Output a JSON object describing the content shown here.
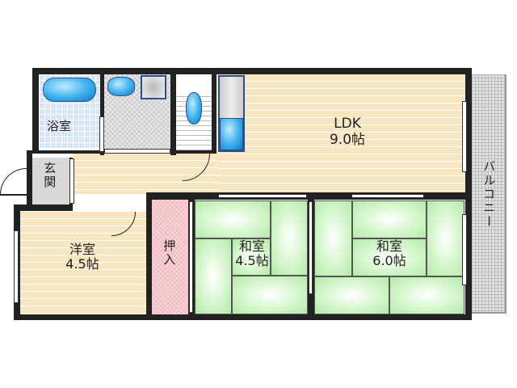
{
  "floor_plan": {
    "rooms": {
      "ldk": {
        "name": "LDK",
        "size": "9.0帖"
      },
      "bath": {
        "name": "浴室"
      },
      "entrance": {
        "name": "玄関"
      },
      "western": {
        "name": "洋室",
        "size": "4.5帖"
      },
      "closet": {
        "name": "押入"
      },
      "japanese1": {
        "name": "和室",
        "size": "4.5帖"
      },
      "japanese2": {
        "name": "和室",
        "size": "6.0帖"
      },
      "balcony": {
        "name": "バルコニー"
      }
    },
    "colors": {
      "wall": "#222222",
      "wood_floor": "#f8e6c0",
      "tatami": "#c8f0bc",
      "closet": "#f6d4d8",
      "fixture_blue": "#2fa6e8",
      "balcony": "#e4e4e4"
    }
  }
}
